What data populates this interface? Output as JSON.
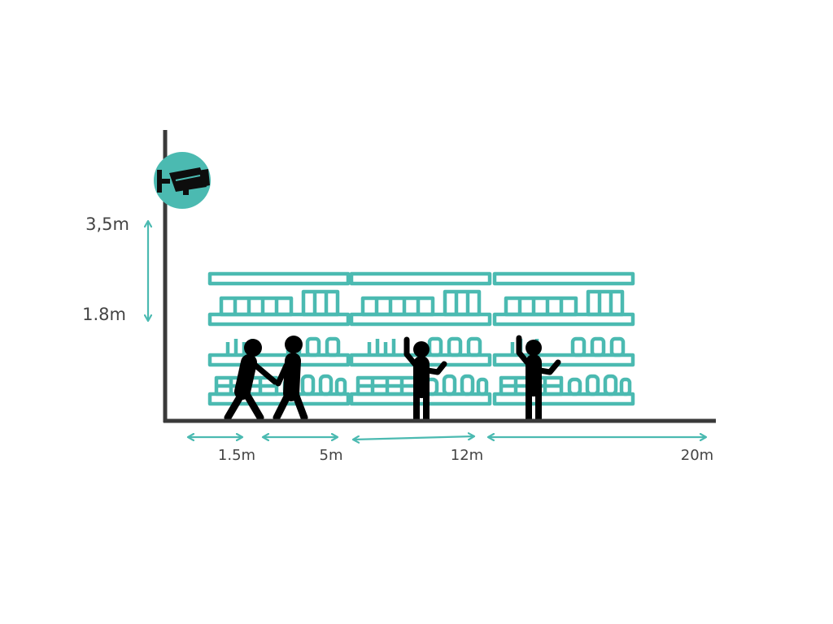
{
  "colors": {
    "accent": "#4bbab1",
    "wall": "#3a3a3a",
    "text": "#444444",
    "person": "#000000"
  },
  "icons": {
    "camera": "cctv-camera-icon"
  },
  "height_labels": {
    "mount": "3,5m",
    "reference": "1.8m"
  },
  "distance_labels": [
    "1.5m",
    "5m",
    "12m",
    "20m"
  ],
  "shelf_units": 3,
  "people": [
    "walking-person",
    "walking-person",
    "reaching-person",
    "reaching-person"
  ]
}
